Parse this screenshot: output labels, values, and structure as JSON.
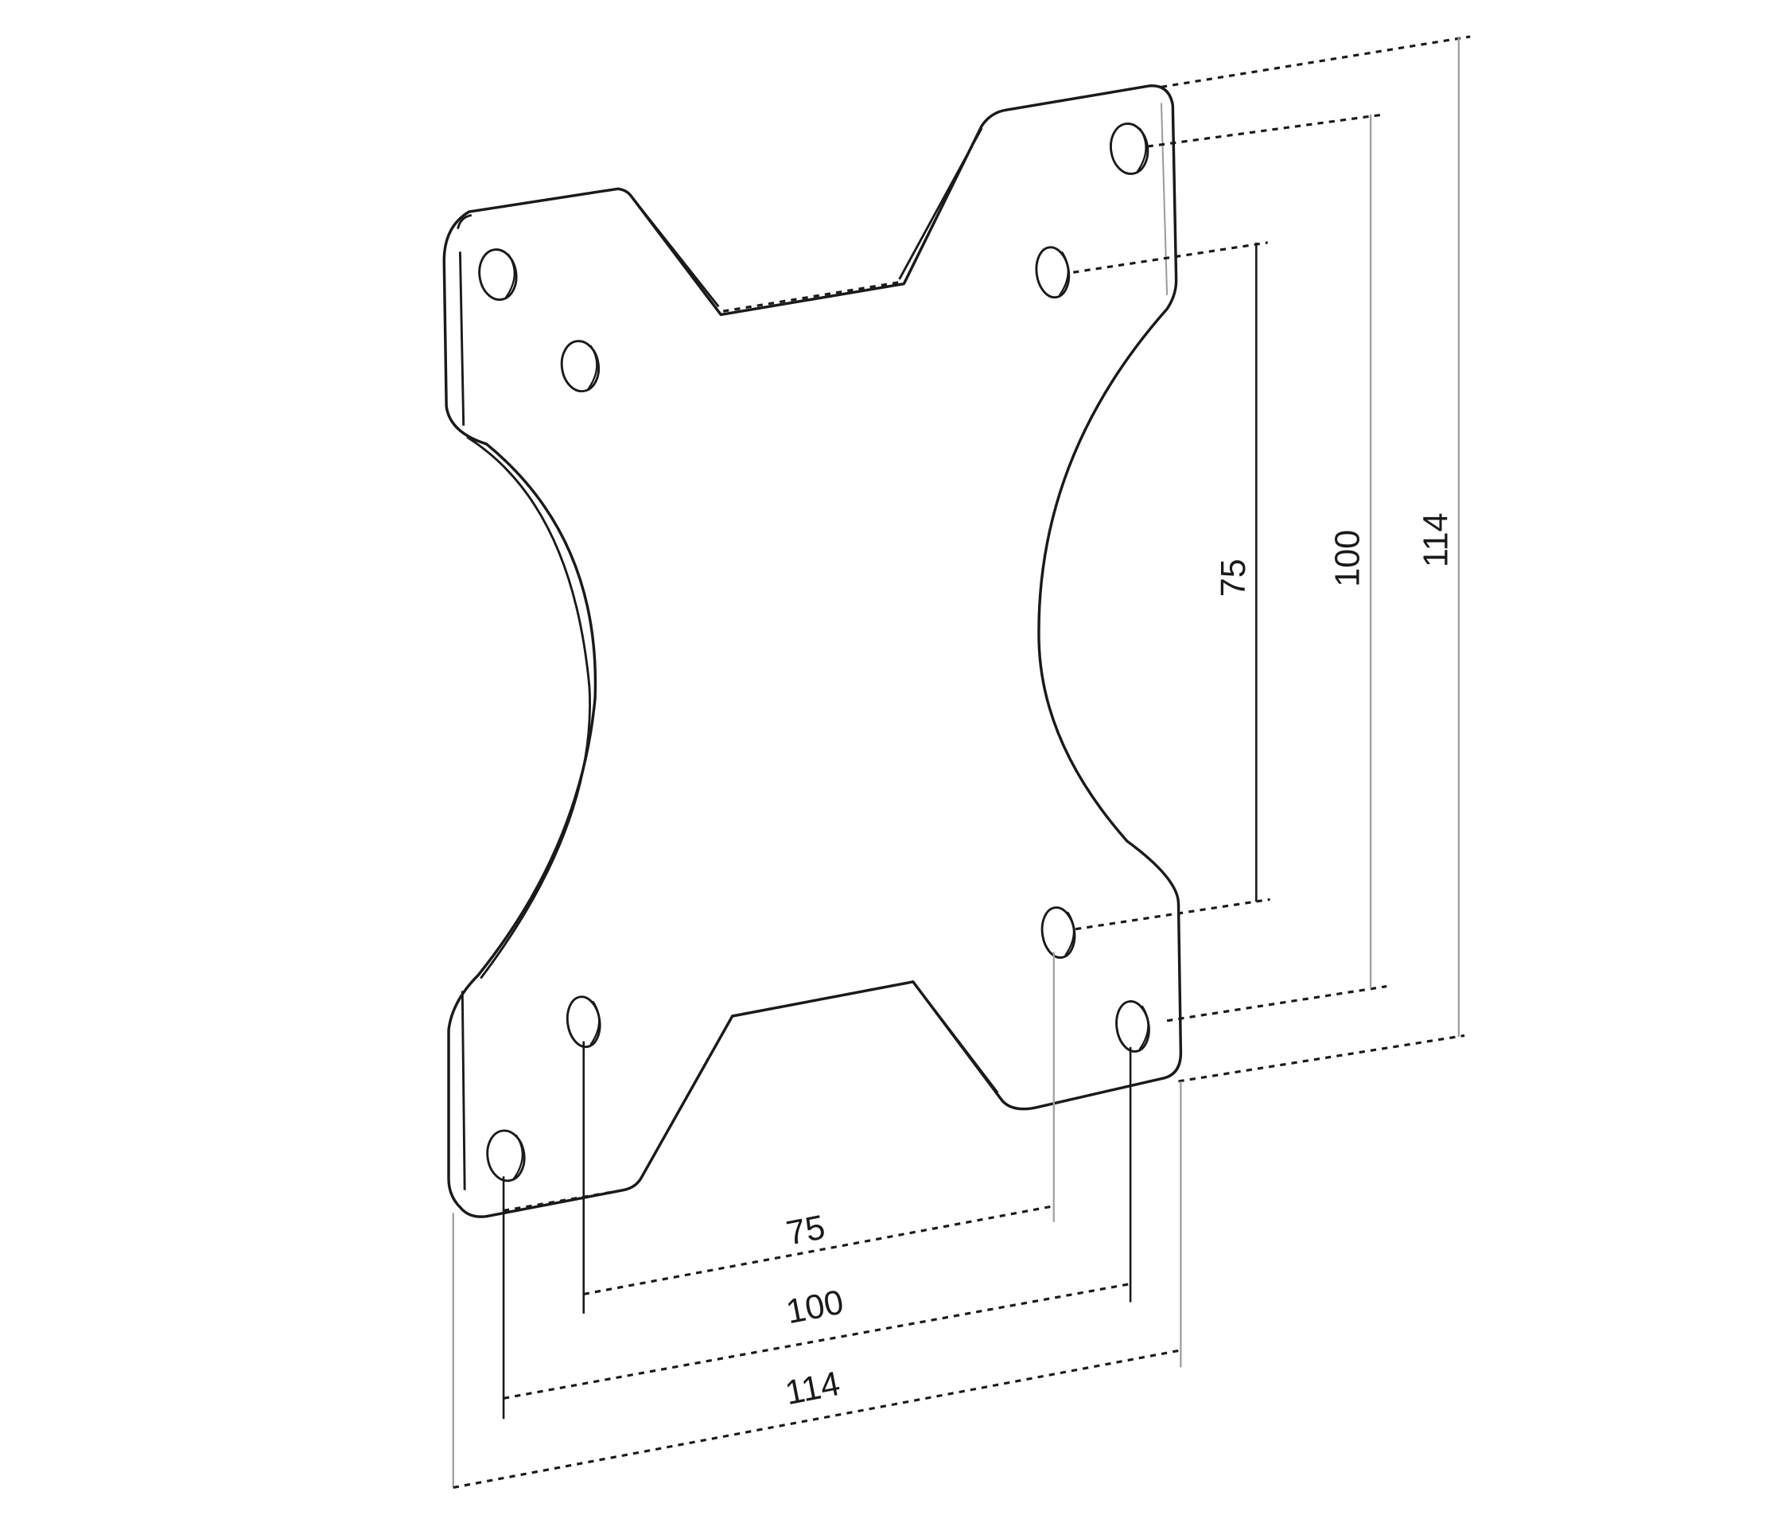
{
  "diagram": {
    "subject": "VESA mounting plate",
    "hole_pattern_labels": [
      "75",
      "100"
    ],
    "vertical_dimensions": [
      {
        "id": "v75",
        "label": "75"
      },
      {
        "id": "v100",
        "label": "100"
      },
      {
        "id": "v114",
        "label": "114"
      }
    ],
    "horizontal_dimensions": [
      {
        "id": "h75",
        "label": "75"
      },
      {
        "id": "h100",
        "label": "100"
      },
      {
        "id": "h114",
        "label": "114"
      }
    ],
    "colors": {
      "line": "#1a1a1a",
      "extension_grey": "#a0a0a0",
      "background": "#ffffff"
    }
  }
}
